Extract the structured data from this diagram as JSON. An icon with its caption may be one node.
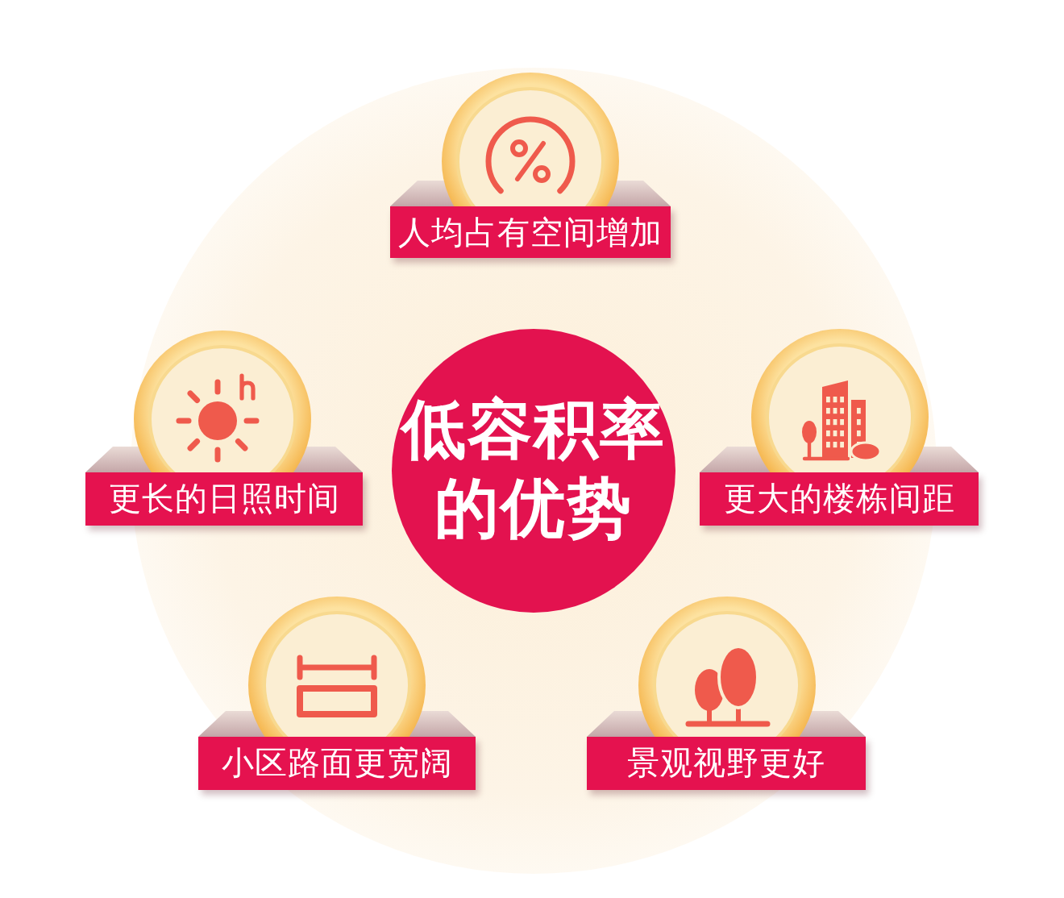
{
  "diagram": {
    "nodes": [
      {
        "text": [
          "低容积率的优势"
        ]
      },
      {
        "text": [
          "人均占有空间增加"
        ]
      },
      {
        "text": [
          "更长的日照时间"
        ]
      },
      {
        "text": [
          "更大的楼栋间距"
        ]
      },
      {
        "text": [
          "小区路面更宽阔"
        ]
      },
      {
        "text": [
          "景观视野更好"
        ]
      }
    ]
  }
}
